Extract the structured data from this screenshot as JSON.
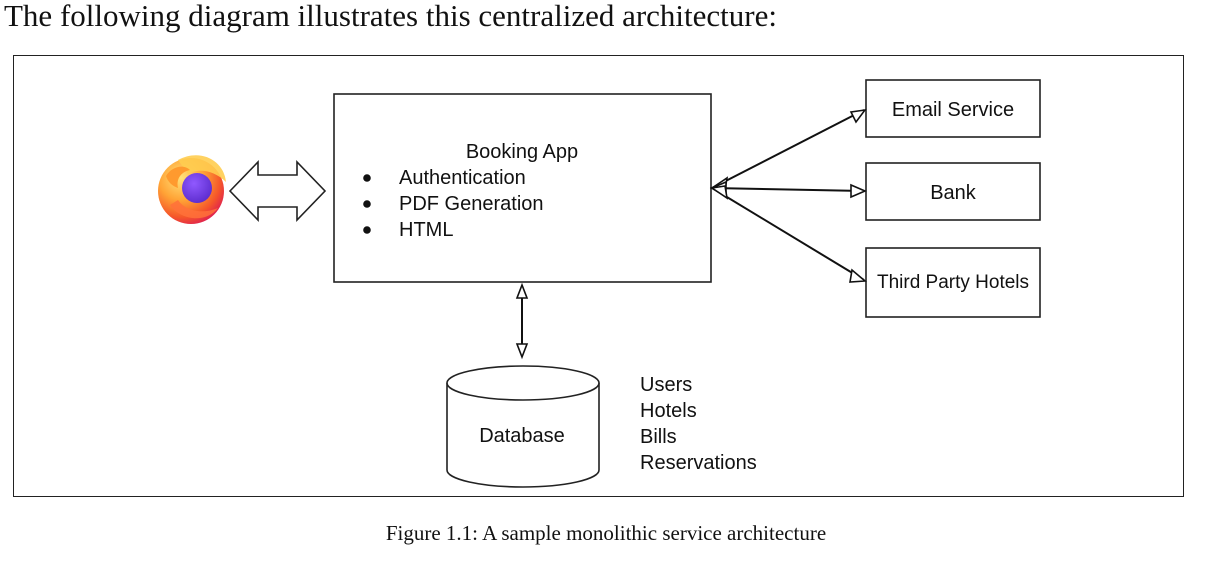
{
  "intro_text": "The following diagram illustrates this centralized architecture:",
  "caption": "Figure 1.1: A sample monolithic service architecture",
  "browser": {
    "icon": "firefox-icon"
  },
  "app": {
    "title": "Booking App",
    "features": [
      "Authentication",
      "PDF Generation",
      "HTML"
    ]
  },
  "services": [
    "Email Service",
    "Bank",
    "Third Party Hotels"
  ],
  "database": {
    "label": "Database",
    "tables": [
      "Users",
      "Hotels",
      "Bills",
      "Reservations"
    ]
  },
  "colors": {
    "line": "#111111",
    "firefox_orange": "#f5792a",
    "firefox_yellow": "#ffbd4f",
    "firefox_purple": "#7542e5"
  }
}
